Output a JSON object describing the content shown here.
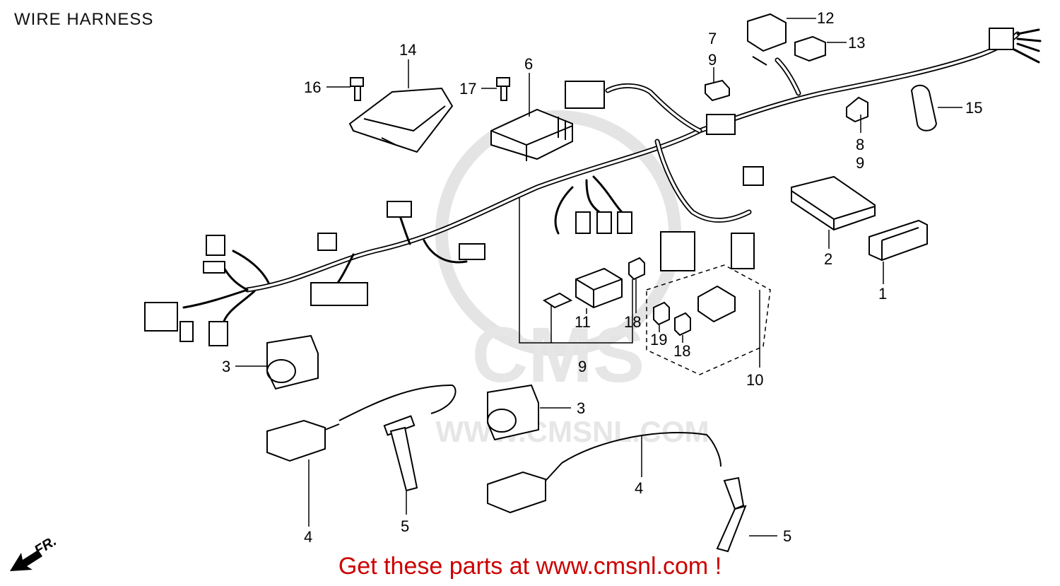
{
  "title": "WIRE HARNESS",
  "footer": {
    "text": "Get these parts at www.cmsnl.com !",
    "color": "#cc0000"
  },
  "watermark": {
    "logo": "CMS",
    "site": "WWW.CMSNL.COM"
  },
  "direction": {
    "label": "FR.",
    "icon": "front-arrow-icon"
  },
  "callouts": {
    "c1": "1",
    "c2": "2",
    "c3a": "3",
    "c3b": "3",
    "c4a": "4",
    "c4b": "4",
    "c5a": "5",
    "c5b": "5",
    "c6": "6",
    "c7": "7",
    "c7s": "9",
    "c8": "8",
    "c8s": "9",
    "c9": "9",
    "c10": "10",
    "c11": "11",
    "c12": "12",
    "c13": "13",
    "c14": "14",
    "c15": "15",
    "c16": "16",
    "c17": "17",
    "c18a": "18",
    "c18b": "18",
    "c19": "19"
  }
}
